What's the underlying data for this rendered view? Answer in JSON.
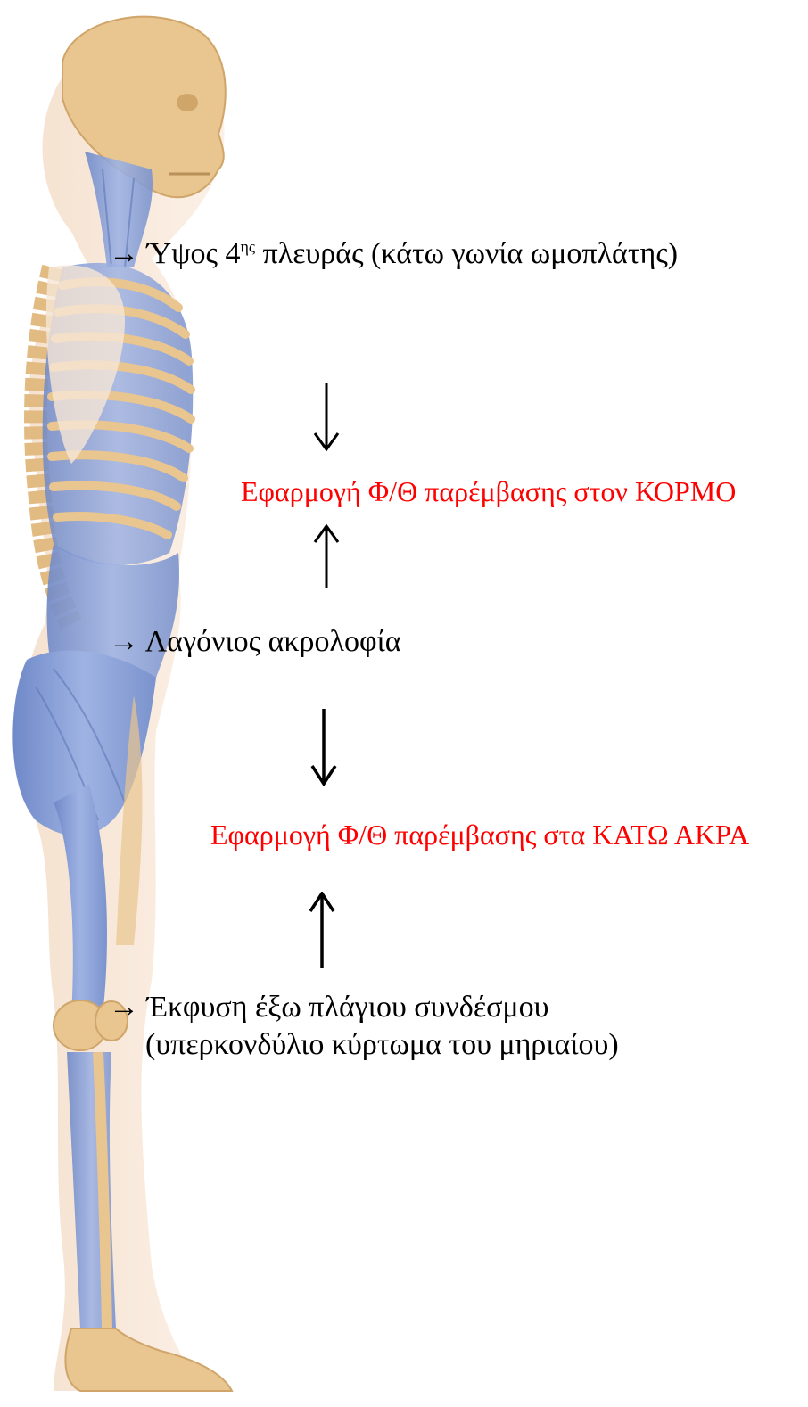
{
  "labels": {
    "rib_prefix": "→ Ύψος 4",
    "rib_sup": "ης",
    "rib_suffix": " πλευράς (κάτω γωνία ωμοπλάτης)",
    "trunk_intervention": "Εφαρμογή Φ/Θ παρέμβασης στον ΚΟΡΜΟ",
    "iliac_crest": "→ Λαγόνιος ακρολοφία",
    "lower_limb_intervention": "Εφαρμογή Φ/Θ παρέμβασης στα ΚΑΤΩ ΑΚΡΑ",
    "ligament_line1": "→ Έκφυση έξω πλάγιου συνδέσμου",
    "ligament_line2": "(υπερκονδύλιο κύρτωμα του μηριαίου)"
  },
  "colors": {
    "bone": "#e9c58f",
    "bone_dark": "#cfa56a",
    "muscle": "#8aa2d9",
    "muscle_dark": "#6f89c8",
    "skin": "#f6e6d6",
    "label_black": "#000000",
    "label_red": "#ff0000"
  },
  "icons": {
    "down_arrow": "arrow-down-icon",
    "up_arrow": "arrow-up-icon"
  }
}
